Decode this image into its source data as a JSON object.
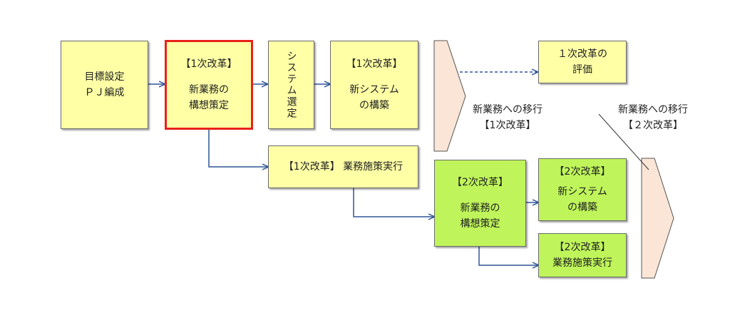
{
  "boxes": {
    "goal": {
      "line1": "目標設定",
      "line2": "ＰＪ編成"
    },
    "phase1_design": {
      "tag": "【1次改革】",
      "line1": "新業務の",
      "line2": "構想策定"
    },
    "system_selection": {
      "text": "システム選定"
    },
    "phase1_system": {
      "tag": "【1次改革】",
      "line1": "新システム",
      "line2": "の構築"
    },
    "phase1_eval": {
      "line1": "１次改革の",
      "line2": "評価"
    },
    "phase1_policy": {
      "text": "【1次改革】 業務施策実行"
    },
    "phase2_design": {
      "tag": "【2次改革】",
      "line1": "新業務の",
      "line2": "構想策定"
    },
    "phase2_system": {
      "tag": "【2次改革】",
      "line1": "新システム",
      "line2": "の構築"
    },
    "phase2_policy": {
      "tag": "【2次改革】",
      "line1": "業務施策実行"
    }
  },
  "labels": {
    "migration1": {
      "line1": "新業務への移行",
      "line2": "【1次改革】"
    },
    "migration2": {
      "line1": "新業務への移行",
      "line2": "【２次改革】"
    }
  },
  "colors": {
    "yellow_box": "#ffffa6",
    "green_box": "#bff55a",
    "highlight_border": "#e8211b",
    "arrow": "#2f5597",
    "migration_shape": "#fbe5d6"
  }
}
